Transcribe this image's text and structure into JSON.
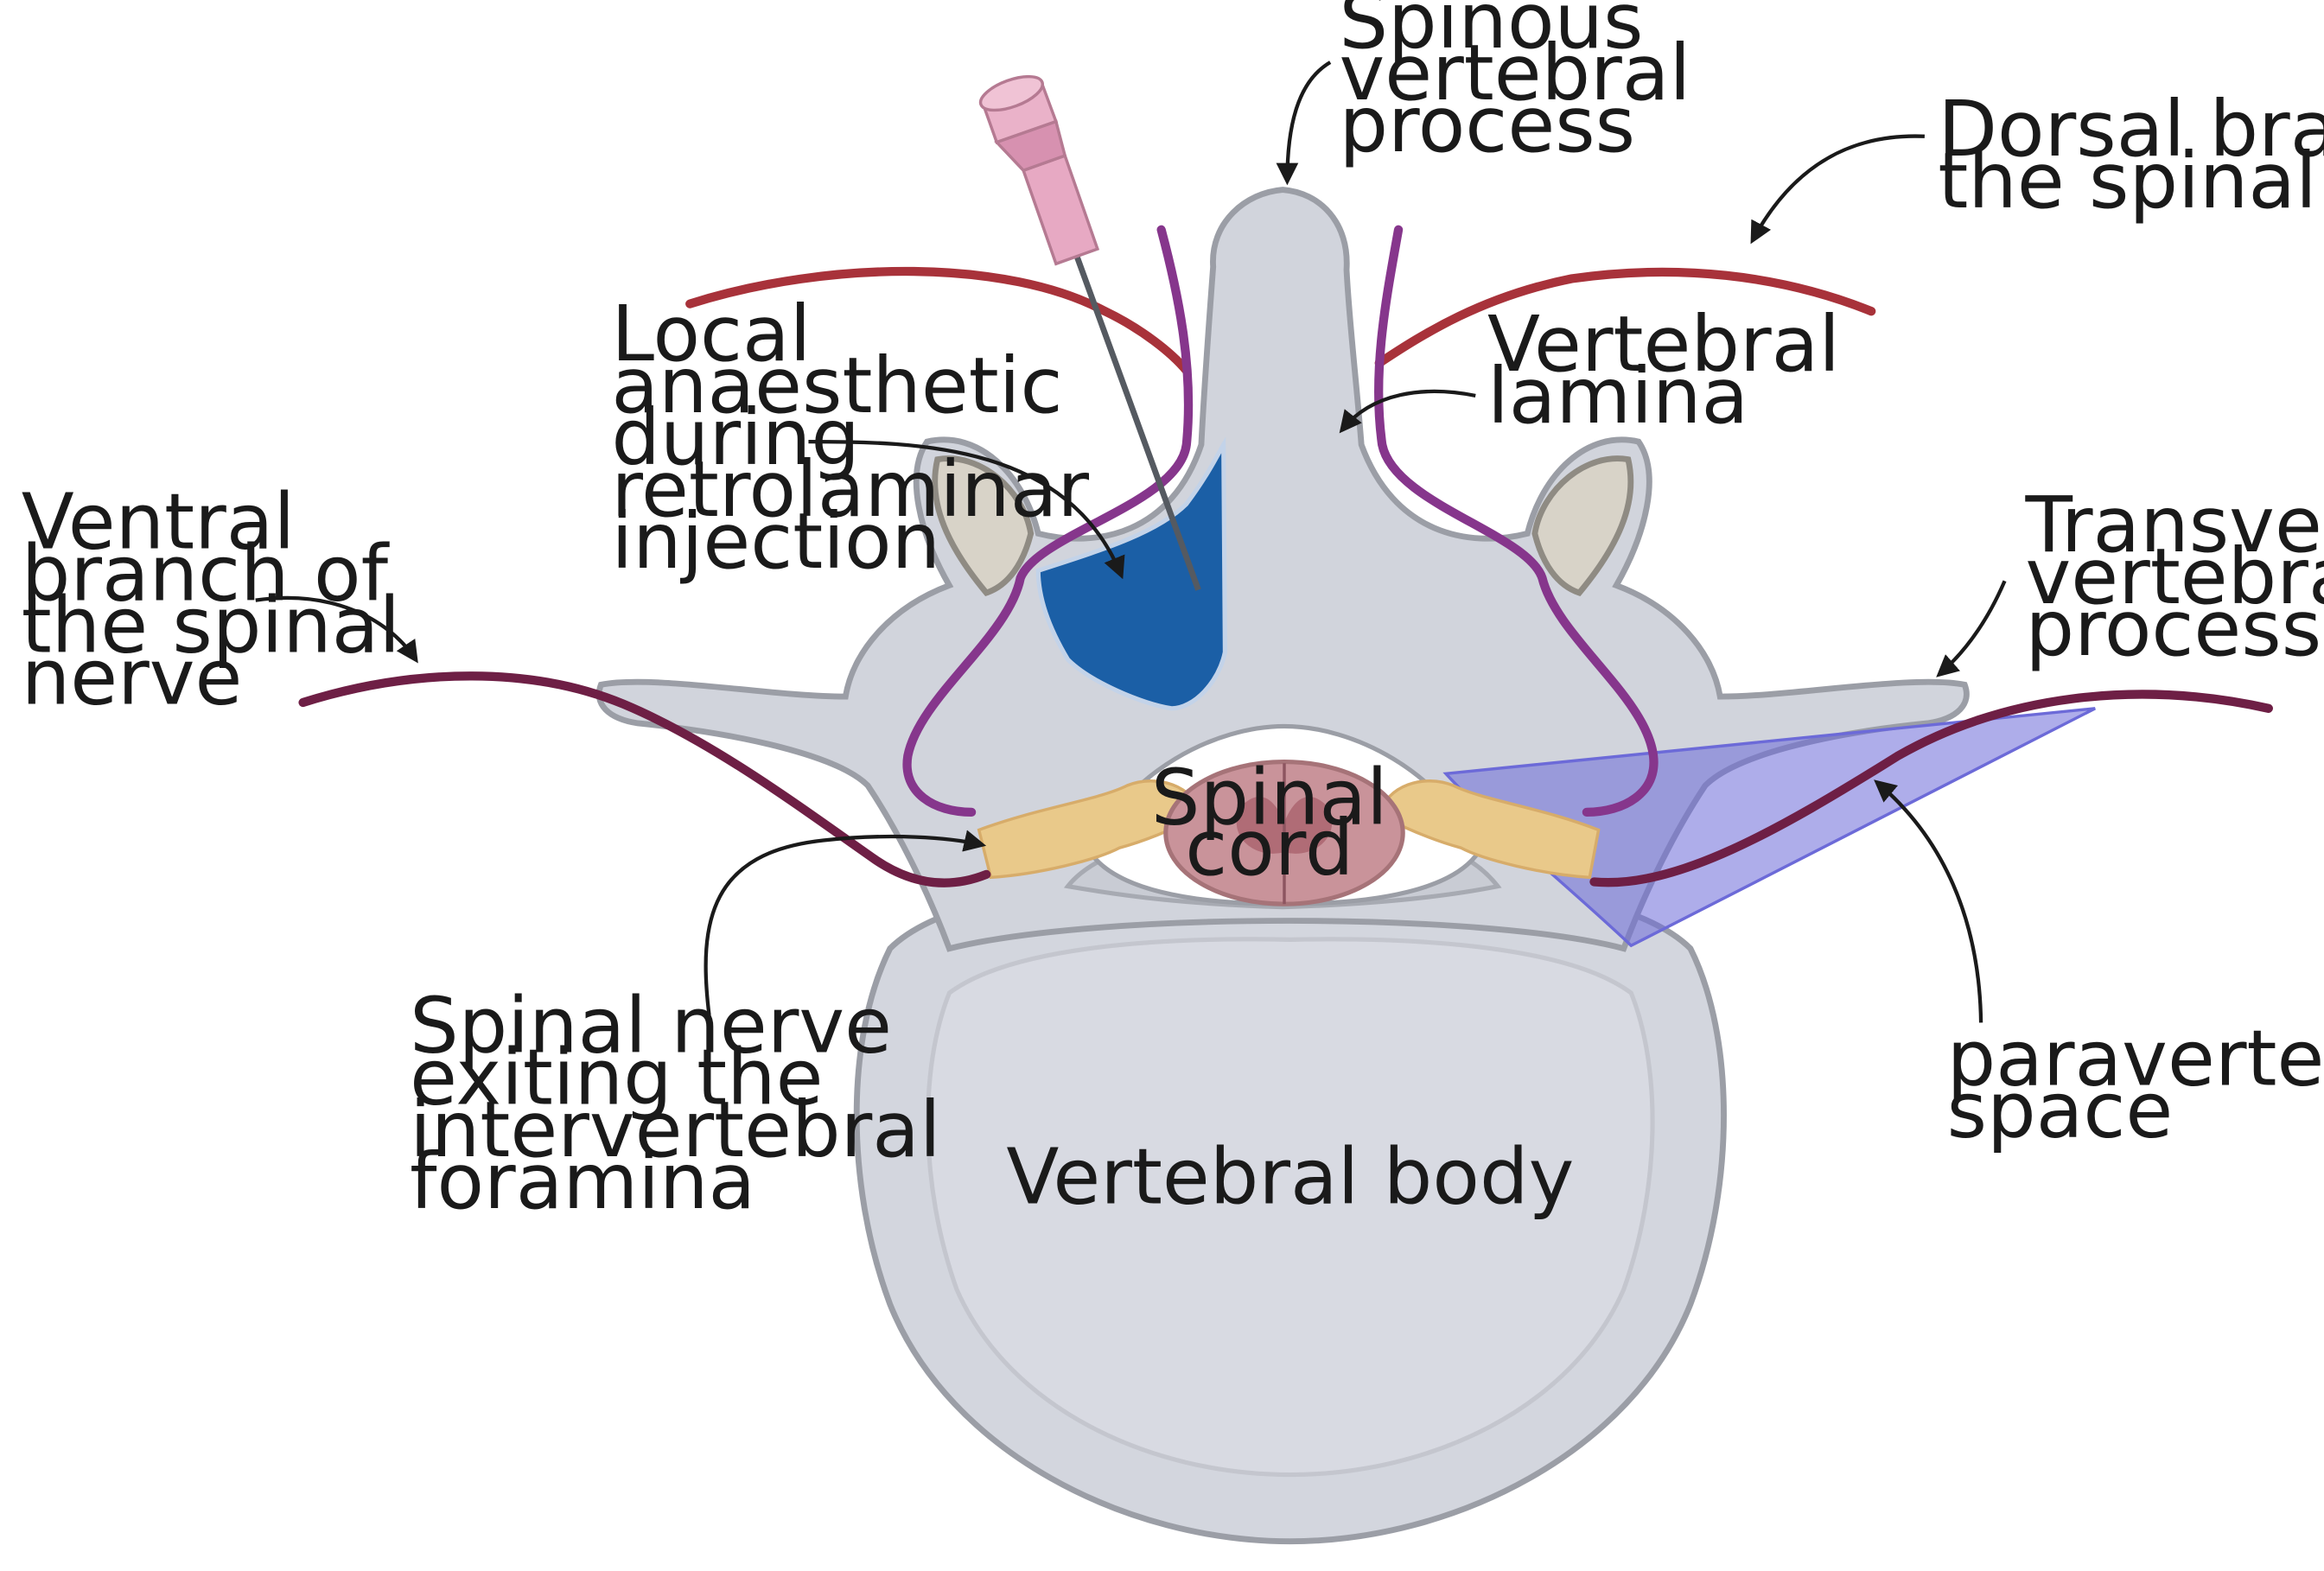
{
  "labels": {
    "spinous": [
      "Spinous",
      "vertebral",
      "process"
    ],
    "dorsal": [
      "Dorsal branch of",
      "the spinal nerve"
    ],
    "local": [
      "Local",
      "anaesthetic",
      "during",
      "retrolaminar",
      "injection"
    ],
    "lamina": [
      "Vertebral",
      "lamina"
    ],
    "ventral": [
      "Ventral",
      "branch of",
      "the spinal",
      "nerve"
    ],
    "transverse": [
      "Transverse",
      "vertebral",
      "process"
    ],
    "cord": [
      "Spinal",
      "cord"
    ],
    "exiting": [
      "Spinal nerve",
      "exiting the",
      "intervertebral",
      "foramina"
    ],
    "paravertebral": [
      "paravertebral",
      "space"
    ],
    "body": "Vertebral body"
  },
  "colors": {
    "bone": "#d3d6de",
    "bone_outline": "#9b9ea6",
    "nerve_dorsal": "#a8323a",
    "nerve_ventral": "#6e1f45",
    "nerve_purple": "#86368c",
    "anaesthetic": "#1b5fa6",
    "paravertebral_space": "#6c6ad8",
    "spinal_cord": "#c9939a",
    "nerve_root": "#e9c98a",
    "needle_hub": "#e7a9c3"
  },
  "icons": {
    "needle": "needle-icon",
    "arrow": "curved-arrow-icon"
  }
}
